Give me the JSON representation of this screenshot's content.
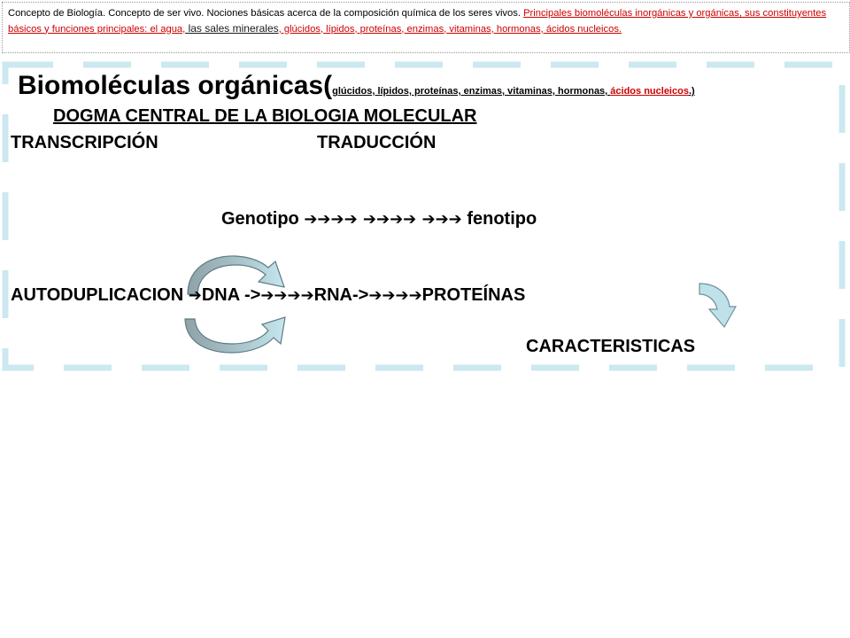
{
  "header": {
    "intro": "Concepto de Biología. Concepto de ser vivo. Nociones básicas acerca de la composición química de los seres vivos. ",
    "link1": "Principales biomoléculas inorgánicas y orgánicas, sus constituyentes básicos y funciones principales: el agua,",
    "link2": " las sales minerales",
    "link3": ", glúcidos, lípidos, proteínas, enzimas, vitaminas, hormonas, ácidos nucleicos."
  },
  "title": {
    "main": "Biomoléculas orgánicas(",
    "sub1": "glúcidos, lípidos,  proteínas, enzimas, vitaminas, hormonas, ",
    "sub2": "ácidos nucleicos",
    "sub3": ".)"
  },
  "subtitle": "DOGMA CENTRAL DE LA BIOLOGIA MOLECULAR",
  "labels": {
    "transcripcion": "TRANSCRIPCIÓN",
    "traduccion": "TRADUCCIÓN",
    "caracteristicas": "CARACTERISTICAS"
  },
  "genotype_line": {
    "start": "Genotipo ",
    "arrows": "➔➔➔➔ ➔➔➔➔ ➔➔➔",
    "end": " fenotipo"
  },
  "flow_line": {
    "autoduplicacion": "AUTODUPLICACION ",
    "arrow1": "➔",
    "dna": "DNA ->",
    "arrows2": "➔➔➔➔",
    "rna": "RNA->",
    "arrows3": "➔➔➔➔",
    "proteinas": "PROTEÍNAS"
  },
  "icons": {
    "cycle": "circular-arrows-icon",
    "curved": "curved-down-arrow-icon"
  },
  "colors": {
    "link_red": "#cc0000",
    "dash_border": "#cce8f0",
    "arrow_fill": "#bfe2ea",
    "arrow_dark": "#8fa2a8"
  }
}
